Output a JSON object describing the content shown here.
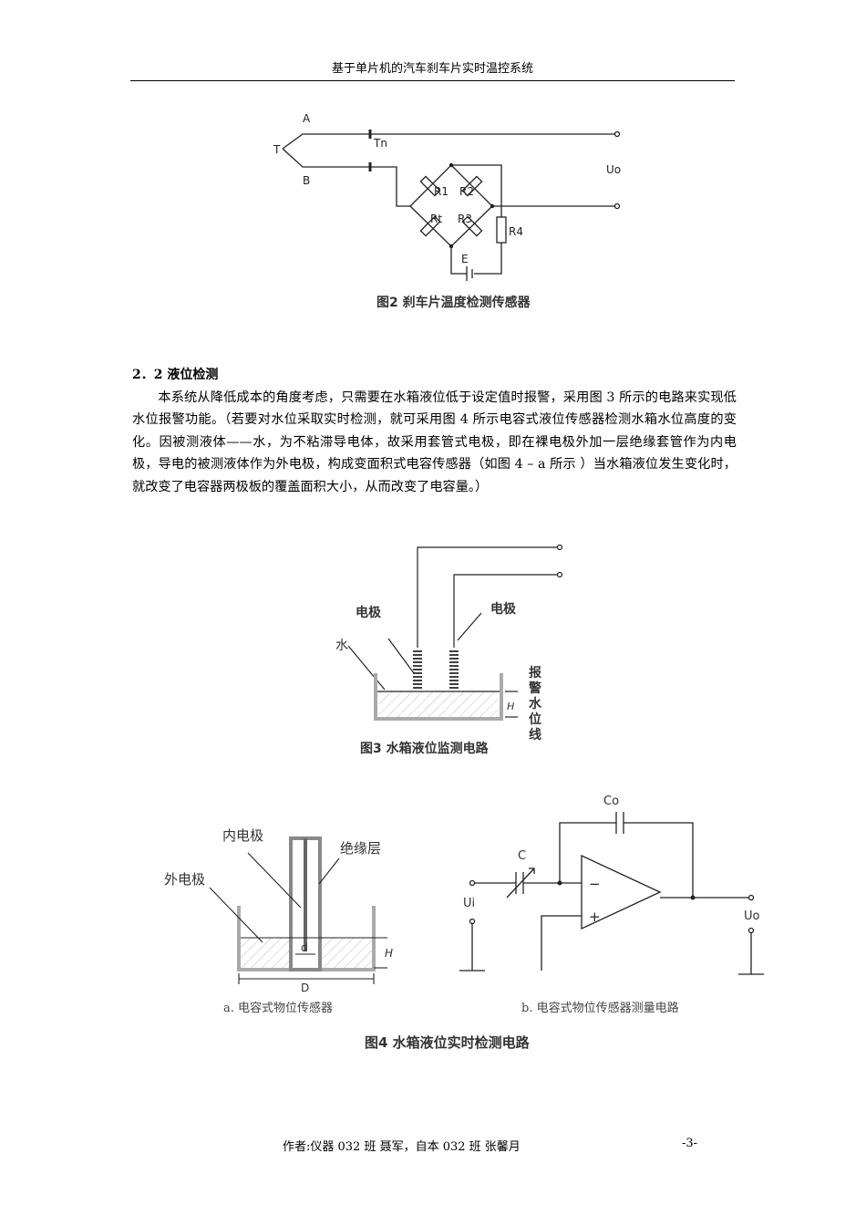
{
  "header": {
    "title": "基于单片机的汽车刹车片实时温控系统"
  },
  "figure2": {
    "caption": "图2 刹车片温度检测传感器",
    "labels": {
      "A": "A",
      "B": "B",
      "T": "T",
      "Tn": "Tn",
      "Uo": "Uo",
      "R1": "R1",
      "R2": "R2",
      "Rt": "Rt",
      "R3": "R3",
      "R4": "R4",
      "E": "E"
    }
  },
  "section": {
    "heading": "2．2 液位检测",
    "paragraph": "本系统从降低成本的角度考虑，只需要在水箱液位低于设定值时报警，采用图 3 所示的电路来实现低水位报警功能。（若要对水位采取实时检测，就可采用图 4 所示电容式液位传感器检测水箱水位高度的变化。因被测液体——水，为不粘滞导电体，故采用套管式电极，即在裸电极外加一层绝缘套管作为内电极，导电的被测液体作为外电极，构成变面积式电容传感器（如图 4 – a 所示 ）当水箱液位发生变化时，就改变了电容器两极板的覆盖面积大小，从而改变了电容量。）"
  },
  "figure3": {
    "caption": "图3 水箱液位监测电路",
    "labels": {
      "electrode_left": "电极",
      "electrode_right": "电极",
      "water": "水",
      "alarm_line": [
        "报",
        "警",
        "水",
        "位",
        "线"
      ],
      "H": "H"
    }
  },
  "figure4": {
    "caption": "图4 水箱液位实时检测电路",
    "sub_a": {
      "caption": "a. 电容式物位传感器",
      "labels": {
        "inner": "内电极",
        "insulation": "绝缘层",
        "outer": "外电极",
        "d": "d",
        "D": "D",
        "H": "H"
      }
    },
    "sub_b": {
      "caption": "b. 电容式物位传感器测量电路",
      "labels": {
        "Co": "Co",
        "C": "C",
        "Ui": "Ui",
        "Uo": "Uo",
        "minus": "−",
        "plus": "+"
      }
    }
  },
  "footer": {
    "author": "作者:仪器 032 班 聂军，自本 032 班 张馨月",
    "page": "-3-"
  }
}
